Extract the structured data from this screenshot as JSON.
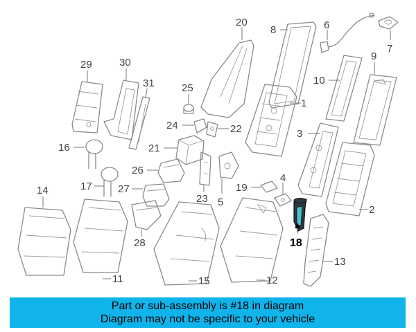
{
  "highlight": {
    "part_number": "18",
    "color": "#10b4ea"
  },
  "callouts": [
    {
      "id": "c1",
      "label": "1"
    },
    {
      "id": "c2",
      "label": "2"
    },
    {
      "id": "c3",
      "label": "3"
    },
    {
      "id": "c4",
      "label": "4"
    },
    {
      "id": "c5",
      "label": "5"
    },
    {
      "id": "c6",
      "label": "6"
    },
    {
      "id": "c7",
      "label": "7"
    },
    {
      "id": "c8",
      "label": "8"
    },
    {
      "id": "c9",
      "label": "9"
    },
    {
      "id": "c10",
      "label": "10"
    },
    {
      "id": "c11",
      "label": "11"
    },
    {
      "id": "c12",
      "label": "12"
    },
    {
      "id": "c13",
      "label": "13"
    },
    {
      "id": "c14",
      "label": "14"
    },
    {
      "id": "c15",
      "label": "15"
    },
    {
      "id": "c16",
      "label": "16"
    },
    {
      "id": "c17",
      "label": "17"
    },
    {
      "id": "c18",
      "label": "18"
    },
    {
      "id": "c19",
      "label": "19"
    },
    {
      "id": "c20",
      "label": "20"
    },
    {
      "id": "c21",
      "label": "21"
    },
    {
      "id": "c22",
      "label": "22"
    },
    {
      "id": "c23",
      "label": "23"
    },
    {
      "id": "c24",
      "label": "24"
    },
    {
      "id": "c25",
      "label": "25"
    },
    {
      "id": "c26",
      "label": "26"
    },
    {
      "id": "c27",
      "label": "27"
    },
    {
      "id": "c28",
      "label": "28"
    },
    {
      "id": "c29",
      "label": "29"
    },
    {
      "id": "c30",
      "label": "30"
    },
    {
      "id": "c31",
      "label": "31"
    }
  ],
  "banner": {
    "line1": "Part or sub-assembly is #18 in diagram",
    "line2": "Diagram may not be specific to your vehicle"
  }
}
